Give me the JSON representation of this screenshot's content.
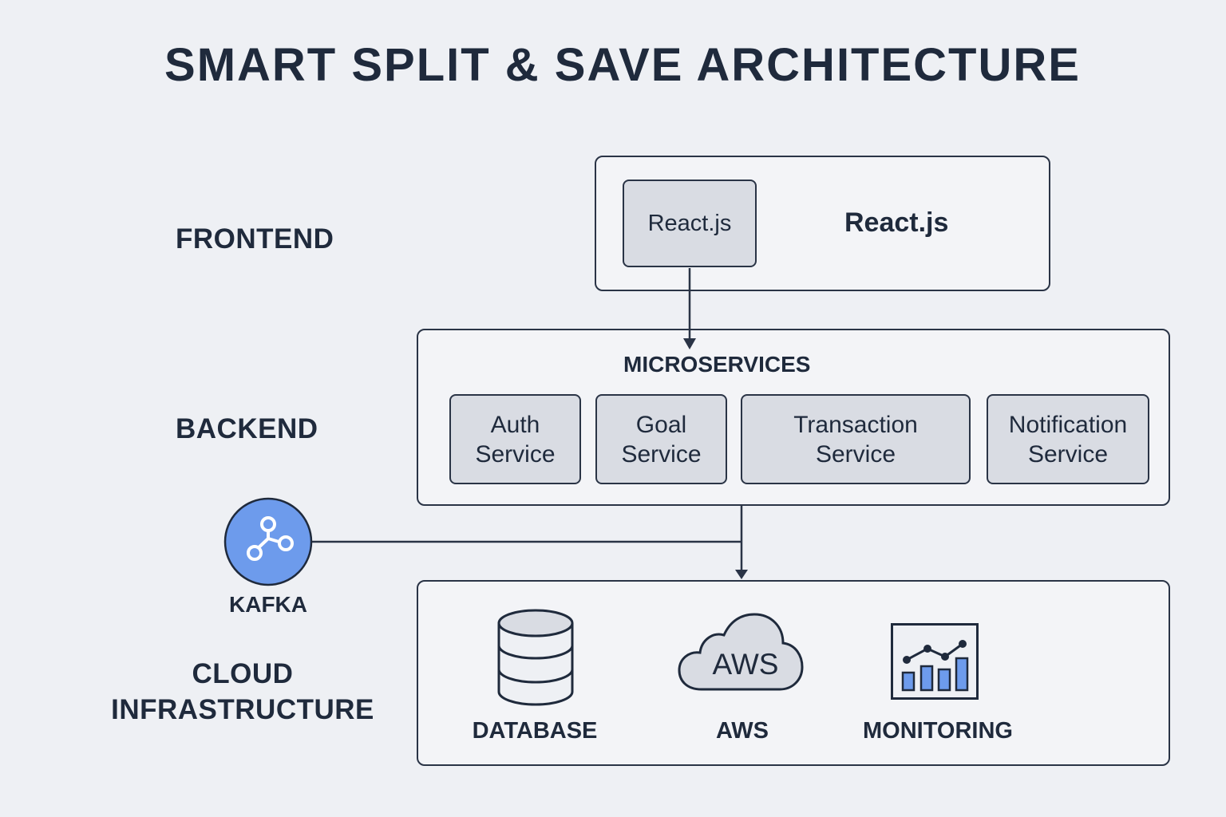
{
  "title": "SMART SPLIT & SAVE ARCHITECTURE",
  "layers": {
    "frontend": "FRONTEND",
    "backend": "BACKEND",
    "cloud_line1": "CLOUD",
    "cloud_line2": "INFRASTRUCTURE"
  },
  "frontend": {
    "inner_box_label": "React.js",
    "side_label": "React.js"
  },
  "backend": {
    "heading": "MICROSERVICES",
    "services": [
      {
        "line1": "Auth",
        "line2": "Service"
      },
      {
        "line1": "Goal",
        "line2": "Service"
      },
      {
        "line1": "Transaction",
        "line2": "Service"
      },
      {
        "line1": "Notification",
        "line2": "Service"
      }
    ]
  },
  "kafka": {
    "label": "KAFKA",
    "icon": "kafka-icon",
    "color": "#6d9bec"
  },
  "infrastructure": {
    "items": [
      {
        "label": "DATABASE",
        "icon": "database-icon"
      },
      {
        "label": "AWS",
        "icon": "aws-cloud-icon",
        "icon_text": "AWS"
      },
      {
        "label": "MONITORING",
        "icon": "monitoring-chart-icon"
      }
    ]
  },
  "colors": {
    "background": "#eef0f4",
    "ink": "#1f2a3c",
    "service_fill": "#d9dce3",
    "accent_blue": "#6d9bec"
  }
}
